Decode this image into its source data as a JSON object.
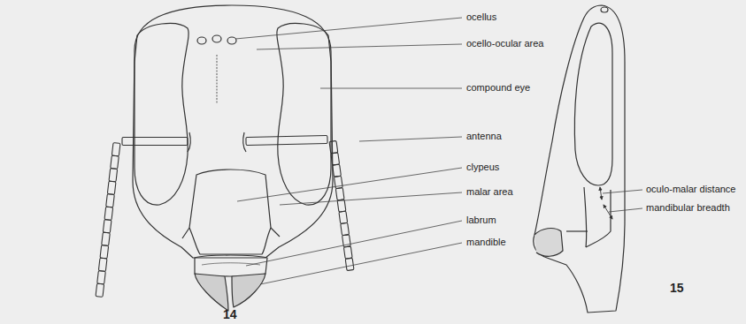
{
  "diagram": {
    "labels": [
      "ocellus",
      "ocello-ocular area",
      "compound eye",
      "antenna",
      "clypeus",
      "malar area",
      "labrum",
      "mandible",
      "oculo-malar distance",
      "mandibular breadth",
      "14",
      "15"
    ]
  }
}
